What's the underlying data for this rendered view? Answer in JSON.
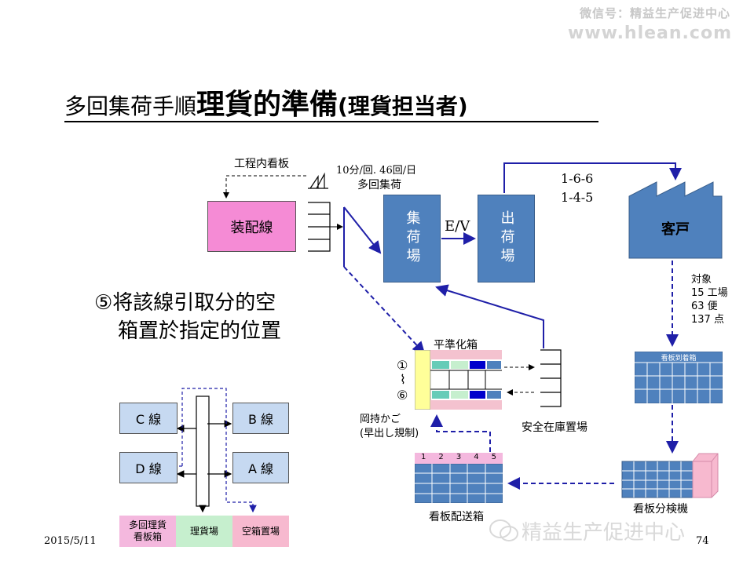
{
  "watermark": {
    "line1": "微信号：精益生产促进中心",
    "line2": "www.hlean.com",
    "bottom": "精益生产促进中心"
  },
  "title": {
    "part1": "多回集荷手順",
    "part2": "理貨的準備",
    "part3": "(理貨担当者)"
  },
  "flow": {
    "kanban_label": "工程内看板",
    "frequency_line1": "10分/回.  46回/日",
    "frequency_line2": "多回集荷",
    "assembly": "装配線",
    "collect": "集荷場",
    "ev": "E/V",
    "ship": "出荷場",
    "route1": "1-6-6",
    "route2": "1-4-5",
    "customer": "客戸",
    "target": [
      "対象",
      "15 工場",
      "63 便",
      "137 点"
    ],
    "leveling": "平準化箱",
    "range_top": "①",
    "range_mid": "⌇",
    "range_bottom": "⑥",
    "okamochi1": "岡持かご",
    "okamochi2": "(早出し規制)",
    "safety_stock": "安全在庫置場",
    "arrival_box": "看板到着箱",
    "sorter": "看板分検機",
    "delivery_box": "看板配送箱",
    "delivery_cols": [
      "1",
      "2",
      "3",
      "4",
      "5"
    ]
  },
  "step": {
    "line1": "⑤将該線引取分的空",
    "line2": "箱置於指定的位置"
  },
  "lines": {
    "c": "C  線",
    "b": "B 線",
    "d": "D  線",
    "a": "A 線"
  },
  "legend": {
    "kanban_box1": "多回理貨",
    "kanban_box2": "看板箱",
    "area": "理貨場",
    "empty": "空箱置場"
  },
  "footer": {
    "date": "2015/5/11",
    "page": "74"
  },
  "colors": {
    "assembly": "#f58bd5",
    "blue_box": "#4f81bd",
    "arrow": "#1f1fa8",
    "line_box": "#c6d9f1",
    "legend_pink": "#f4b8de",
    "legend_green": "#c6efce",
    "legend_rose": "#f7b9cf",
    "leveling_yellow": "#ffff99"
  }
}
